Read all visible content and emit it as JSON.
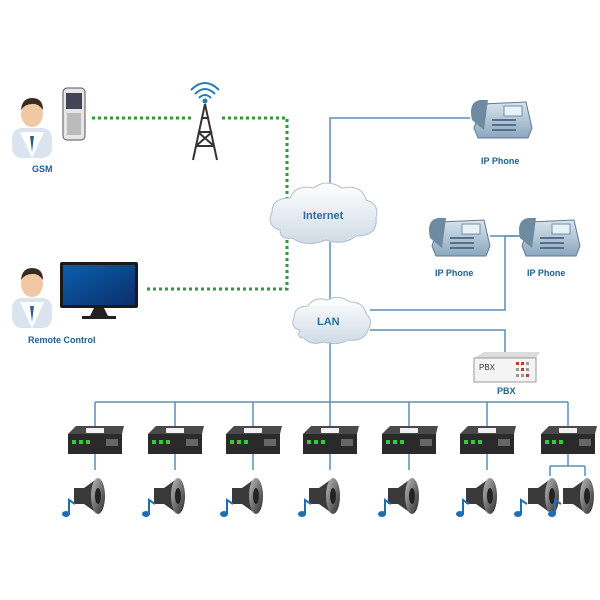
{
  "nodes": {
    "gsm": "GSM",
    "remote_control": "Remote Control",
    "internet": "Internet",
    "lan": "LAN",
    "ip_phone_top": "IP Phone",
    "ip_phone_left": "IP Phone",
    "ip_phone_right": "IP Phone",
    "pbx_label": "PBX",
    "pbx_device_text": "PBX"
  },
  "colors": {
    "line": "#5a8fb5",
    "dotted": "#2e9a3a",
    "label": "#1d5f8a"
  },
  "icons": {
    "person": "person-icon",
    "mobile": "mobile-phone-icon",
    "tower": "cell-tower-icon",
    "monitor": "monitor-icon",
    "cloud": "cloud-icon",
    "phone": "desk-phone-icon",
    "pbx": "pbx-device-icon",
    "module": "audio-module-icon",
    "speaker": "speaker-icon",
    "note": "music-note-icon"
  }
}
